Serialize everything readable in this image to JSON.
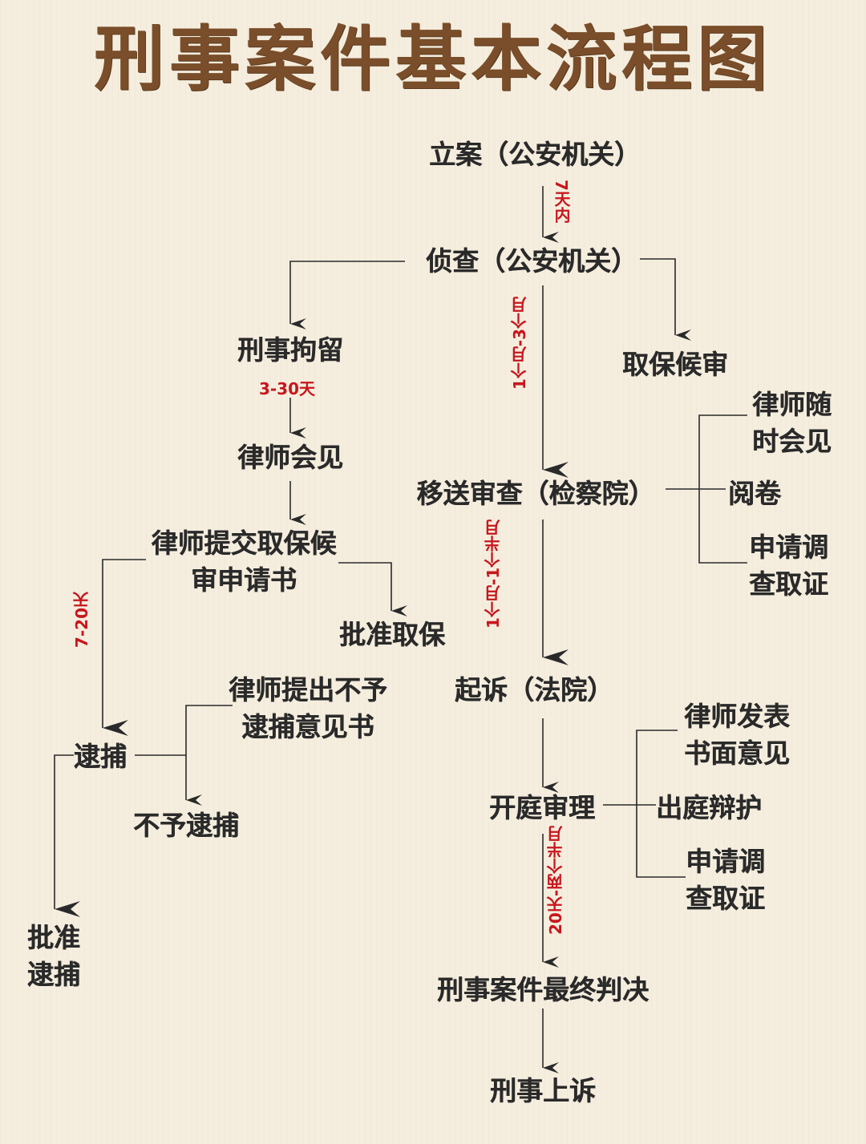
{
  "title": "刑事案件基本流程图",
  "nodes": {
    "lian": "立案（公安机关）",
    "zhencha": "侦查（公安机关）",
    "xingshi_juliu": "刑事拘留",
    "qubao_houshen": "取保候审",
    "lvshi_huijian": "律师会见",
    "lvshi_suishi": "律师随时会见",
    "yisong_shencha": "移送审查（检察院）",
    "yuejuan": "阅卷",
    "shenqing_diaocha_1": "申请调查取证",
    "tijiao_qubao": "律师提交取保候审申请书",
    "pizhun_qubao": "批准取保",
    "qisu": "起诉（法院）",
    "tichu_buyu": "律师提出不予逮捕意见书",
    "daibu": "逮捕",
    "lvshi_fabiao": "律师发表书面意见",
    "kaiting_shenli": "开庭审理",
    "chuting_bianhu": "出庭辩护",
    "buyu_daibu": "不予逮捕",
    "shenqing_diaocha_2": "申请调查取证",
    "pizhun_daibu": "批准逮捕",
    "zuizhong_panjue": "刑事案件最终判决",
    "shangsu": "刑事上诉"
  },
  "durations": {
    "d1": "7天内",
    "d2": "1个月-3个月",
    "d3": "3-30天",
    "d4": "1个月-1个半月",
    "d5": "7-20天",
    "d6": "20天-两个半月"
  }
}
